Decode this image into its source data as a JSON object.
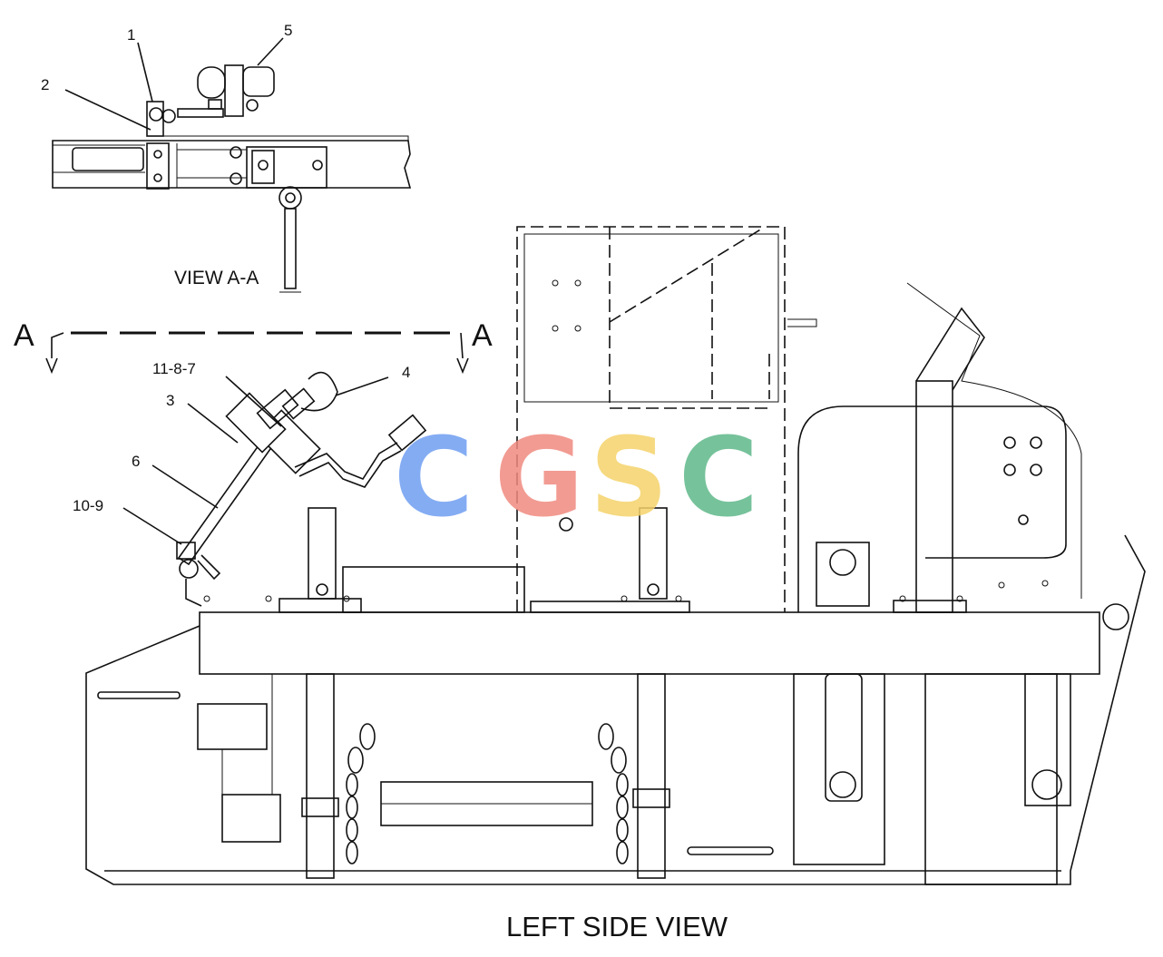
{
  "callouts": {
    "c1": "1",
    "c2": "2",
    "c5": "5",
    "c4": "4",
    "c3": "3",
    "c6": "6",
    "c11_8_7": "11-8-7",
    "c10_9": "10-9"
  },
  "section": {
    "left": "A",
    "right": "A"
  },
  "views": {
    "detail": "VIEW A-A",
    "main": "LEFT SIDE VIEW"
  },
  "watermark": {
    "letters": [
      "C",
      "G",
      "S",
      "C"
    ],
    "colors": [
      "#6f9ef2",
      "#f08a80",
      "#f5d36a",
      "#5fb88a"
    ]
  }
}
